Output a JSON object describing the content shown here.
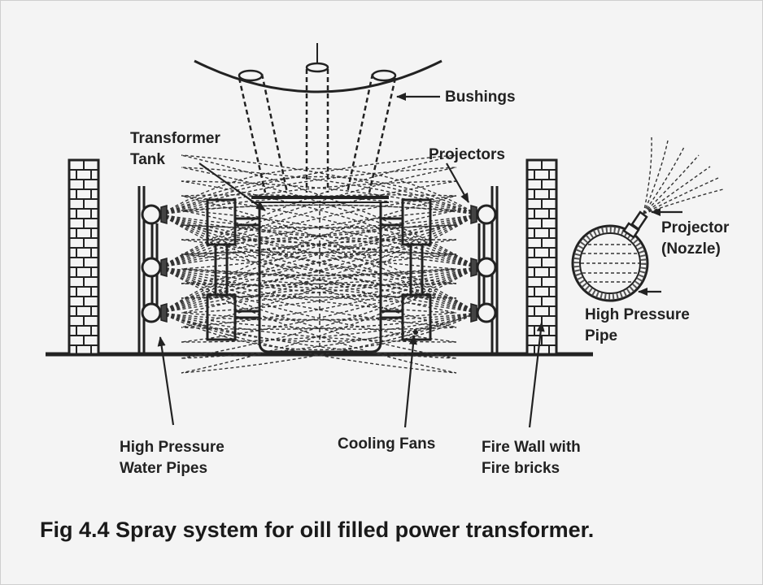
{
  "labels": {
    "bushings": "Bushings",
    "transformer_tank_1": "Transformer",
    "transformer_tank_2": "Tank",
    "projectors": "Projectors",
    "projector_nozzle_1": "Projector",
    "projector_nozzle_2": "(Nozzle)",
    "hp_pipe_1": "High Pressure",
    "hp_pipe_2": "Pipe",
    "hp_water_pipes_1": "High Pressure",
    "hp_water_pipes_2": "Water Pipes",
    "cooling_fans": "Cooling Fans",
    "fire_wall_1": "Fire Wall with",
    "fire_wall_2": "Fire bricks"
  },
  "caption": "Fig 4.4 Spray system for oill filled power transformer."
}
